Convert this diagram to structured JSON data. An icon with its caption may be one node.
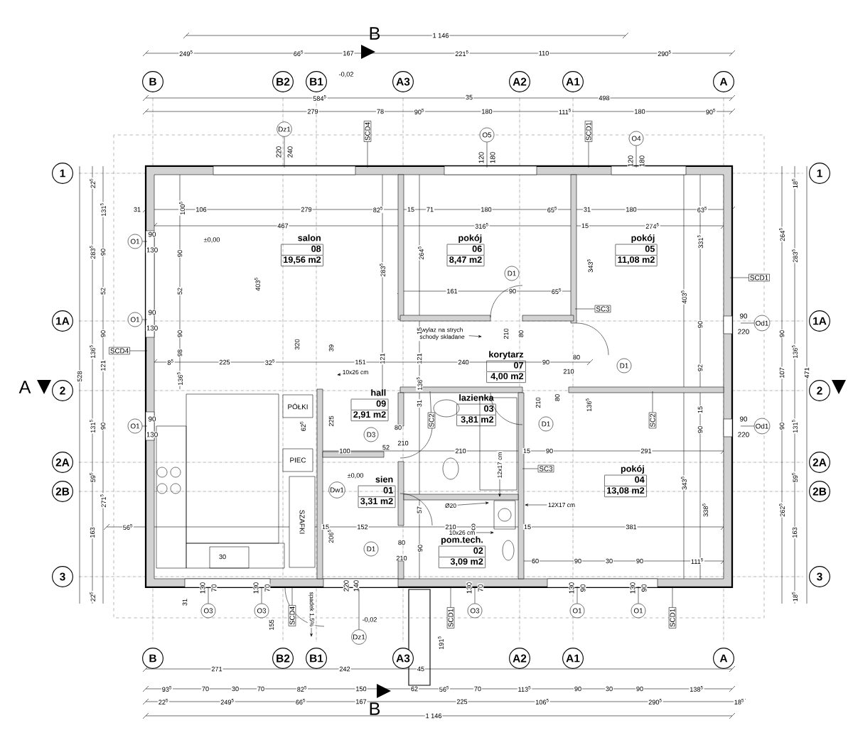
{
  "diagram": {
    "nodes": [
      {
        "text": [
          "B"
        ]
      },
      {
        "text": [
          "B2"
        ]
      },
      {
        "text": [
          "B1"
        ]
      },
      {
        "text": [
          "A3"
        ]
      },
      {
        "text": [
          "A2"
        ]
      },
      {
        "text": [
          "A1"
        ]
      },
      {
        "text": [
          "A"
        ]
      },
      {
        "text": [
          "Dz1"
        ],
        "beside": [
          "220",
          "240"
        ]
      },
      {
        "text": [
          "SCD4"
        ]
      },
      {
        "text": [
          "O5"
        ],
        "beside": [
          "120",
          "180"
        ]
      },
      {
        "text": [
          "SCD1"
        ]
      },
      {
        "text": [
          "O4"
        ],
        "beside": [
          "120",
          "180"
        ]
      },
      {
        "text": [
          "1"
        ]
      },
      {
        "text": [
          "1A"
        ]
      },
      {
        "text": [
          "2"
        ]
      },
      {
        "text": [
          "2A"
        ]
      },
      {
        "text": [
          "2B"
        ]
      },
      {
        "text": [
          "3"
        ]
      },
      {
        "text": [
          "1"
        ]
      },
      {
        "text": [
          "1A"
        ]
      },
      {
        "text": [
          "2"
        ]
      },
      {
        "text": [
          "2A"
        ]
      },
      {
        "text": [
          "2B"
        ]
      },
      {
        "text": [
          "3"
        ]
      },
      {
        "text": [
          "O1"
        ],
        "beside": [
          "90",
          "130"
        ]
      },
      {
        "text": [
          "O1"
        ],
        "beside": [
          "90",
          "130"
        ]
      },
      {
        "text": [
          "SCD4"
        ]
      },
      {
        "text": [
          "O1"
        ],
        "beside": [
          "90",
          "130"
        ]
      },
      {
        "text": [
          "Od1"
        ],
        "beside": [
          "90",
          "220"
        ]
      },
      {
        "text": [
          "SCD1"
        ]
      },
      {
        "text": [
          "Od1"
        ],
        "beside": [
          "90",
          "220"
        ]
      },
      {
        "text": [
          "salon",
          "08",
          "19,56 m2"
        ]
      },
      {
        "text": [
          "pokój",
          "06",
          "8,47 m2"
        ]
      },
      {
        "text": [
          "pokój",
          "05",
          "11,08 m2"
        ]
      },
      {
        "text": [
          "D1"
        ]
      },
      {
        "text": [
          "SC3"
        ]
      },
      {
        "text": [
          "wylaz na strych schody skladane"
        ]
      },
      {
        "text": [
          "korytarz",
          "07",
          "4,00 m2"
        ]
      },
      {
        "text": [
          "D1"
        ]
      },
      {
        "text": [
          "10x26 cm"
        ]
      },
      {
        "text": [
          "hall",
          "09",
          "2,91 m2"
        ]
      },
      {
        "text": [
          "lazienka",
          "03",
          "3,81 m2"
        ]
      },
      {
        "text": [
          "SC2"
        ]
      },
      {
        "text": [
          "SC2"
        ]
      },
      {
        "text": [
          "D1"
        ]
      },
      {
        "text": [
          "D3"
        ]
      },
      {
        "text": [
          "PÓŁKI"
        ]
      },
      {
        "text": [
          "PIEC"
        ]
      },
      {
        "text": [
          "SZAFKI"
        ]
      },
      {
        "text": [
          "SC3"
        ]
      },
      {
        "text": [
          "pokój",
          "04",
          "13,08 m2"
        ]
      },
      {
        "text": [
          "Dw1"
        ]
      },
      {
        "text": [
          "sien",
          "01",
          "3,31 m2"
        ]
      },
      {
        "text": [
          "12X17 cm"
        ]
      },
      {
        "text": [
          "Ø20"
        ]
      },
      {
        "text": [
          "10x26 cm"
        ]
      },
      {
        "text": [
          "D1"
        ]
      },
      {
        "text": [
          "pom.tech.",
          "02",
          "3,09 m2"
        ]
      },
      {
        "text": [
          "12x17 cm"
        ]
      },
      {
        "text": [
          "O3"
        ],
        "beside": [
          "130",
          "70"
        ]
      },
      {
        "text": [
          "O3"
        ],
        "beside": [
          "130",
          "70"
        ]
      },
      {
        "text": [
          "SCD4"
        ]
      },
      {
        "text": [
          "spadek 1,5%"
        ]
      },
      {
        "text": [
          "Dz1"
        ],
        "beside": [
          "220",
          "140"
        ]
      },
      {
        "text": [
          "SCD1"
        ]
      },
      {
        "text": [
          "O3"
        ],
        "beside": [
          "130",
          "70"
        ]
      },
      {
        "text": [
          "O1"
        ],
        "beside": [
          "130",
          "90"
        ]
      },
      {
        "text": [
          "O1"
        ],
        "beside": [
          "130",
          "90"
        ]
      },
      {
        "text": [
          "SCD1"
        ]
      },
      {
        "text": [
          "B"
        ]
      },
      {
        "text": [
          "B2"
        ]
      },
      {
        "text": [
          "B1"
        ]
      },
      {
        "text": [
          "A3"
        ]
      },
      {
        "text": [
          "A2"
        ]
      },
      {
        "text": [
          "A1"
        ]
      },
      {
        "text": [
          "A"
        ]
      }
    ],
    "edges": [
      {
        "from": 7,
        "to": null,
        "arrow": "none"
      },
      {
        "from": 8,
        "to": null,
        "arrow": "none"
      },
      {
        "from": 9,
        "to": null,
        "arrow": "none"
      },
      {
        "from": 10,
        "to": null,
        "arrow": "none"
      },
      {
        "from": 11,
        "to": null,
        "arrow": "none"
      },
      {
        "from": 24,
        "to": null,
        "arrow": "none"
      },
      {
        "from": 25,
        "to": null,
        "arrow": "none"
      },
      {
        "from": 26,
        "to": null,
        "arrow": "none"
      },
      {
        "from": 27,
        "to": null,
        "arrow": "none"
      },
      {
        "from": 29,
        "to": null,
        "arrow": "none"
      },
      {
        "from": 28,
        "to": null,
        "arrow": "none"
      },
      {
        "from": 30,
        "to": null,
        "arrow": "none"
      },
      {
        "from": 35,
        "to": null,
        "arrow": "none"
      },
      {
        "from": 36,
        "to": null,
        "arrow": "to"
      },
      {
        "from": 39,
        "to": null,
        "arrow": "to"
      },
      {
        "from": 42,
        "to": null,
        "arrow": "none"
      },
      {
        "from": 43,
        "to": null,
        "arrow": "none"
      },
      {
        "from": 49,
        "to": null,
        "arrow": "none"
      },
      {
        "from": 58,
        "to": null,
        "arrow": "to"
      },
      {
        "from": 53,
        "to": null,
        "arrow": "to"
      },
      {
        "from": 54,
        "to": null,
        "arrow": "to"
      },
      {
        "from": 55,
        "to": null,
        "arrow": "to"
      },
      {
        "from": 59,
        "to": null,
        "arrow": "none"
      },
      {
        "from": 60,
        "to": null,
        "arrow": "none"
      },
      {
        "from": 61,
        "to": null,
        "arrow": "none"
      },
      {
        "from": 62,
        "to": null,
        "arrow": "to"
      },
      {
        "from": 63,
        "to": null,
        "arrow": "none"
      },
      {
        "from": 64,
        "to": null,
        "arrow": "none"
      },
      {
        "from": 65,
        "to": null,
        "arrow": "none"
      },
      {
        "from": 66,
        "to": null,
        "arrow": "none"
      },
      {
        "from": 67,
        "to": null,
        "arrow": "none"
      },
      {
        "from": 68,
        "to": null,
        "arrow": "none"
      }
    ],
    "labels": [
      "1 146",
      "249$^{5}$",
      "66$^{5}$",
      "167",
      "221$^{5}$",
      "110",
      "290$^{5}$",
      "B",
      "-0,02",
      "584$^{5}$",
      "35",
      "498",
      "279",
      "78",
      "90$^{5}$",
      "180",
      "111$^{5}$",
      "180",
      "90$^{5}$",
      "22$^{5}$",
      "131$^{5}$",
      "283$^{5}$",
      "90",
      "52",
      "90",
      "136$^{5}$",
      "121",
      "528",
      "A",
      "131$^{5}$",
      "90",
      "59$^{5}$",
      "271$^{5}$",
      "163",
      "22$^{5}$",
      "18$^{5}$",
      "264$^{5}$",
      "283$^{5}$",
      "90",
      "136$^{5}$",
      "107",
      "471",
      "131$^{5}$",
      "90",
      "59$^{5}$",
      "262$^{5}$",
      "163",
      "18$^{5}$",
      "31",
      "106",
      "279",
      "82$^{5}$",
      "15",
      "71",
      "180",
      "65$^{5}$",
      "31",
      "180",
      "63$^{5}$",
      "467",
      "316$^{5}$",
      "15",
      "274$^{5}$",
      "100$^{5}$",
      "±0,00",
      "90",
      "52",
      "90",
      "403$^{5}$",
      "283$^{5}$",
      "264$^{5}$",
      "343$^{5}$",
      "331$^{5}$",
      "403$^{5}$",
      "161",
      "90",
      "65$^{5}$",
      "210",
      "80",
      "90",
      "320",
      "8$^{5}$",
      "98",
      "225",
      "32$^{5}$",
      "39",
      "151",
      "121",
      "15",
      "121",
      "240",
      "90",
      "80",
      "210",
      "92",
      "136$^{5}$",
      "136$^{5}$",
      "136$^{5}$",
      "15",
      "31",
      "225",
      "62$^{5}$",
      "210",
      "80",
      "80",
      "90",
      "100",
      "52",
      "210",
      "210",
      "15",
      "90",
      "291",
      "±0,00",
      "343$^{5}$",
      "57",
      "338$^{5}$",
      "56$^{5}$",
      "15",
      "152",
      "210",
      "co",
      "15",
      "381",
      "30",
      "206$^{5}$",
      "80",
      "90",
      "210",
      "60",
      "90",
      "30",
      "90",
      "111$^{5}$",
      "31",
      "155",
      "-0,02",
      "191$^{5}$",
      "271",
      "242",
      "45",
      "93$^{5}$",
      "70",
      "30",
      "70",
      "82$^{5}$",
      "150",
      "62",
      "56$^{5}$",
      "70",
      "113$^{5}$",
      "90",
      "30",
      "90",
      "138$^{5}$",
      "22$^{5}$",
      "249$^{5}$",
      "66$^{5}$",
      "167",
      "225",
      "106$^{5}$",
      "290$^{5}$",
      "18$^{5}$",
      "B",
      "1 146"
    ]
  }
}
